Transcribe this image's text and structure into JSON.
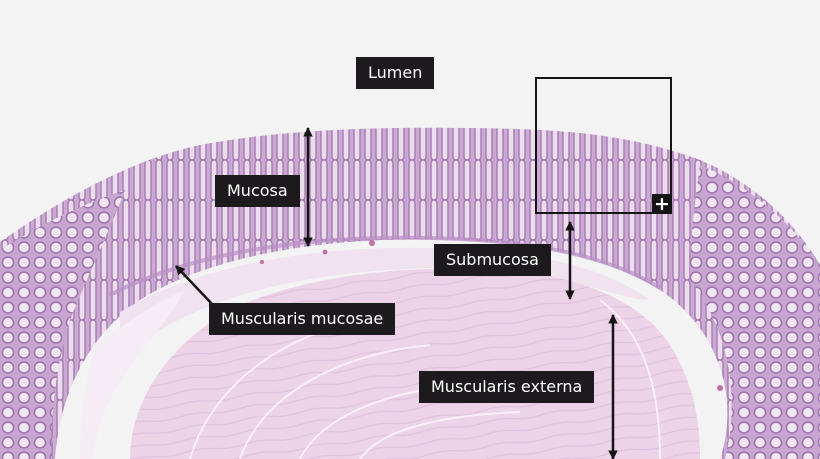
{
  "labels": {
    "lumen": "Lumen",
    "mucosa": "Mucosa",
    "submucosa": "Submucosa",
    "muscularis_mucosae": "Muscularis mucosae",
    "muscularis_externa": "Muscularis externa"
  },
  "zoom": {
    "icon": "plus-icon",
    "symbol": "+"
  },
  "colors": {
    "background": "#f4f3f4",
    "label_bg": "#1c1a1d",
    "label_text": "#ffffff",
    "mucosa_tissue": "#c9a6d2",
    "crypt_lumen": "#f1e6f1",
    "muscle_tissue": "#ecd3e8",
    "submucosa_tissue": "#f1e2ef",
    "arrow": "#151515"
  }
}
